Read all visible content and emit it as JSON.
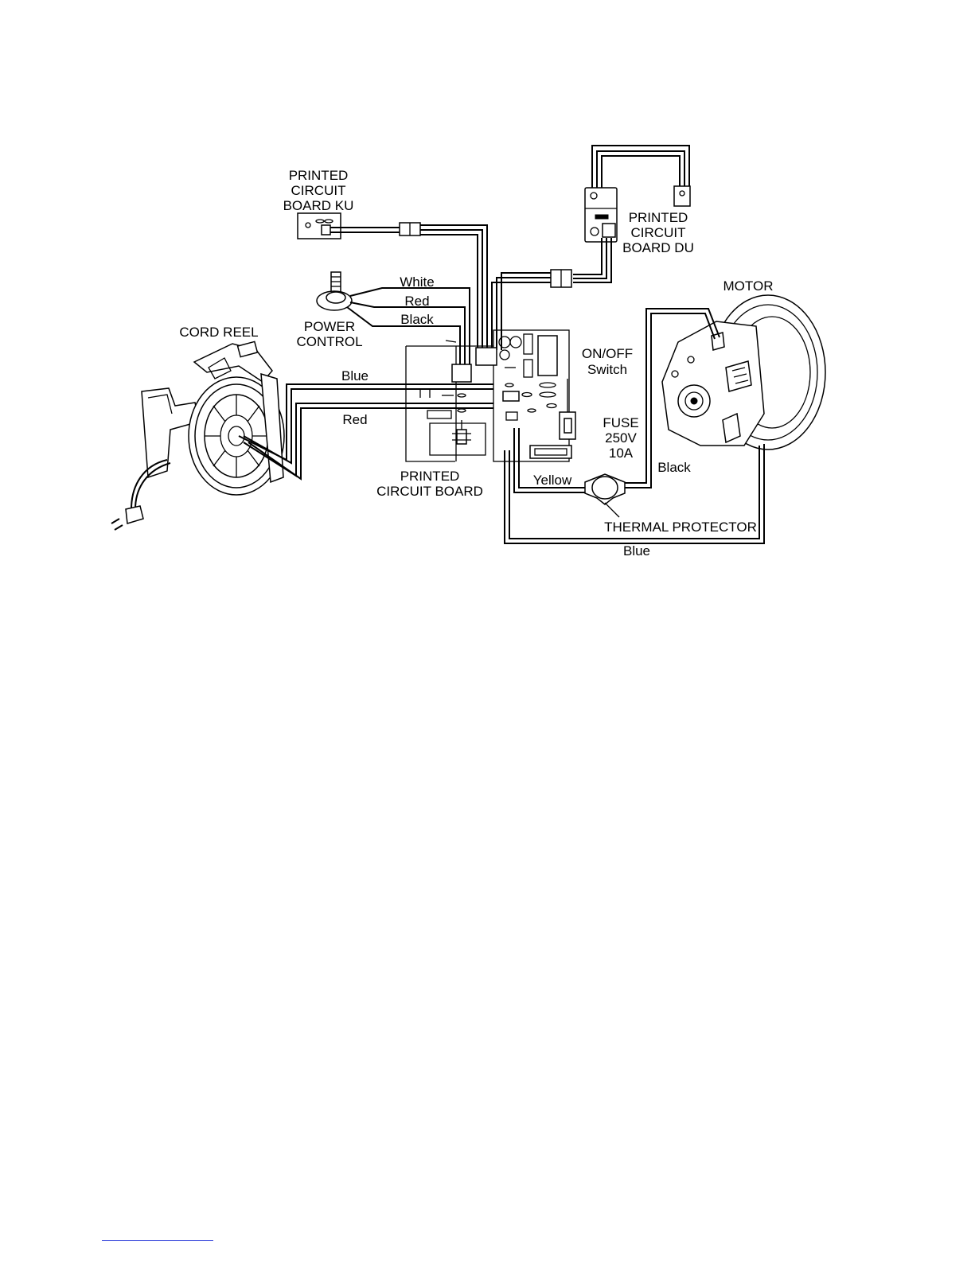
{
  "labels": {
    "pcb_ku": [
      "PRINTED",
      "CIRCUIT",
      "BOARD KU"
    ],
    "pcb_du": [
      "PRINTED",
      "CIRCUIT",
      "BOARD DU"
    ],
    "motor": "MOTOR",
    "cord_reel": "CORD REEL",
    "power_control": [
      "POWER",
      "CONTROL"
    ],
    "on_off_switch": [
      "ON/OFF",
      "Switch"
    ],
    "fuse": [
      "FUSE",
      "250V",
      "10A"
    ],
    "pcb_main": [
      "PRINTED",
      "CIRCUIT BOARD"
    ],
    "thermal_protector": "THERMAL PROTECTOR"
  },
  "wires": {
    "white": "White",
    "red_top": "Red",
    "black_top": "Black",
    "blue_left": "Blue",
    "red_left": "Red",
    "yellow": "Yellow",
    "black_motor": "Black",
    "blue_bottom": "Blue"
  }
}
